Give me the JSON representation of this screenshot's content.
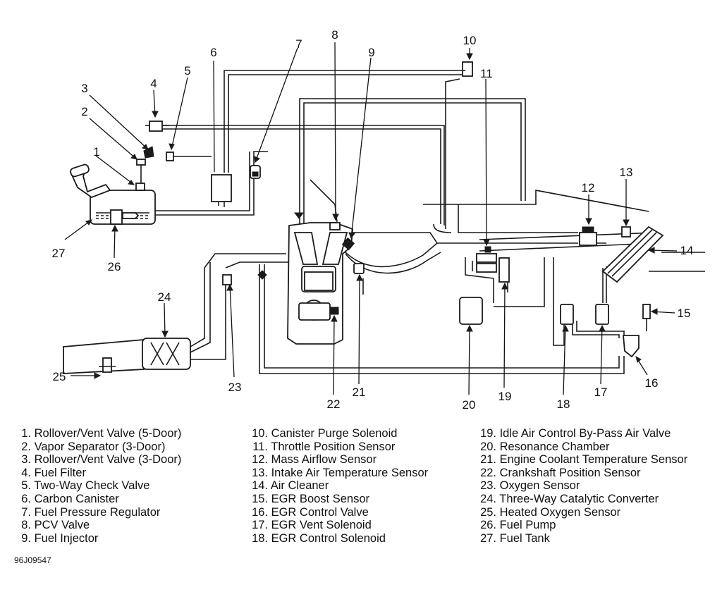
{
  "legend": [
    {
      "num": "1.",
      "text": "Rollover/Vent Valve (5-Door)"
    },
    {
      "num": "2.",
      "text": "Vapor Separator (3-Door)"
    },
    {
      "num": "3.",
      "text": "Rollover/Vent Valve (3-Door)"
    },
    {
      "num": "4.",
      "text": "Fuel Filter"
    },
    {
      "num": "5.",
      "text": "Two-Way Check Valve"
    },
    {
      "num": "6.",
      "text": "Carbon Canister"
    },
    {
      "num": "7.",
      "text": "Fuel Pressure Regulator"
    },
    {
      "num": "8.",
      "text": "PCV Valve"
    },
    {
      "num": "9.",
      "text": "Fuel Injector"
    },
    {
      "num": "10.",
      "text": "Canister Purge Solenoid"
    },
    {
      "num": "11.",
      "text": "Throttle Position Sensor"
    },
    {
      "num": "12.",
      "text": "Mass Airflow Sensor"
    },
    {
      "num": "13.",
      "text": "Intake Air Temperature Sensor"
    },
    {
      "num": "14.",
      "text": "Air Cleaner"
    },
    {
      "num": "15.",
      "text": "EGR Boost Sensor"
    },
    {
      "num": "16.",
      "text": "EGR Control Valve"
    },
    {
      "num": "17.",
      "text": "EGR Vent Solenoid"
    },
    {
      "num": "18.",
      "text": "EGR Control Solenoid"
    },
    {
      "num": "19.",
      "text": "Idle Air Control By-Pass Air Valve"
    },
    {
      "num": "20.",
      "text": "Resonance Chamber"
    },
    {
      "num": "21.",
      "text": "Engine Coolant Temperature Sensor"
    },
    {
      "num": "22.",
      "text": "Crankshaft Position Sensor"
    },
    {
      "num": "23.",
      "text": "Oxygen Sensor"
    },
    {
      "num": "24.",
      "text": "Three-Way Catalytic Converter"
    },
    {
      "num": "25.",
      "text": "Heated Oxygen Sensor"
    },
    {
      "num": "26.",
      "text": "Fuel Pump"
    },
    {
      "num": "27.",
      "text": "Fuel Tank"
    }
  ],
  "callouts": [
    "1",
    "2",
    "3",
    "4",
    "5",
    "6",
    "7",
    "8",
    "9",
    "10",
    "11",
    "12",
    "13",
    "14",
    "15",
    "16",
    "17",
    "18",
    "19",
    "20",
    "21",
    "22",
    "23",
    "24",
    "25",
    "26",
    "27"
  ],
  "figure_code": "96J09547"
}
